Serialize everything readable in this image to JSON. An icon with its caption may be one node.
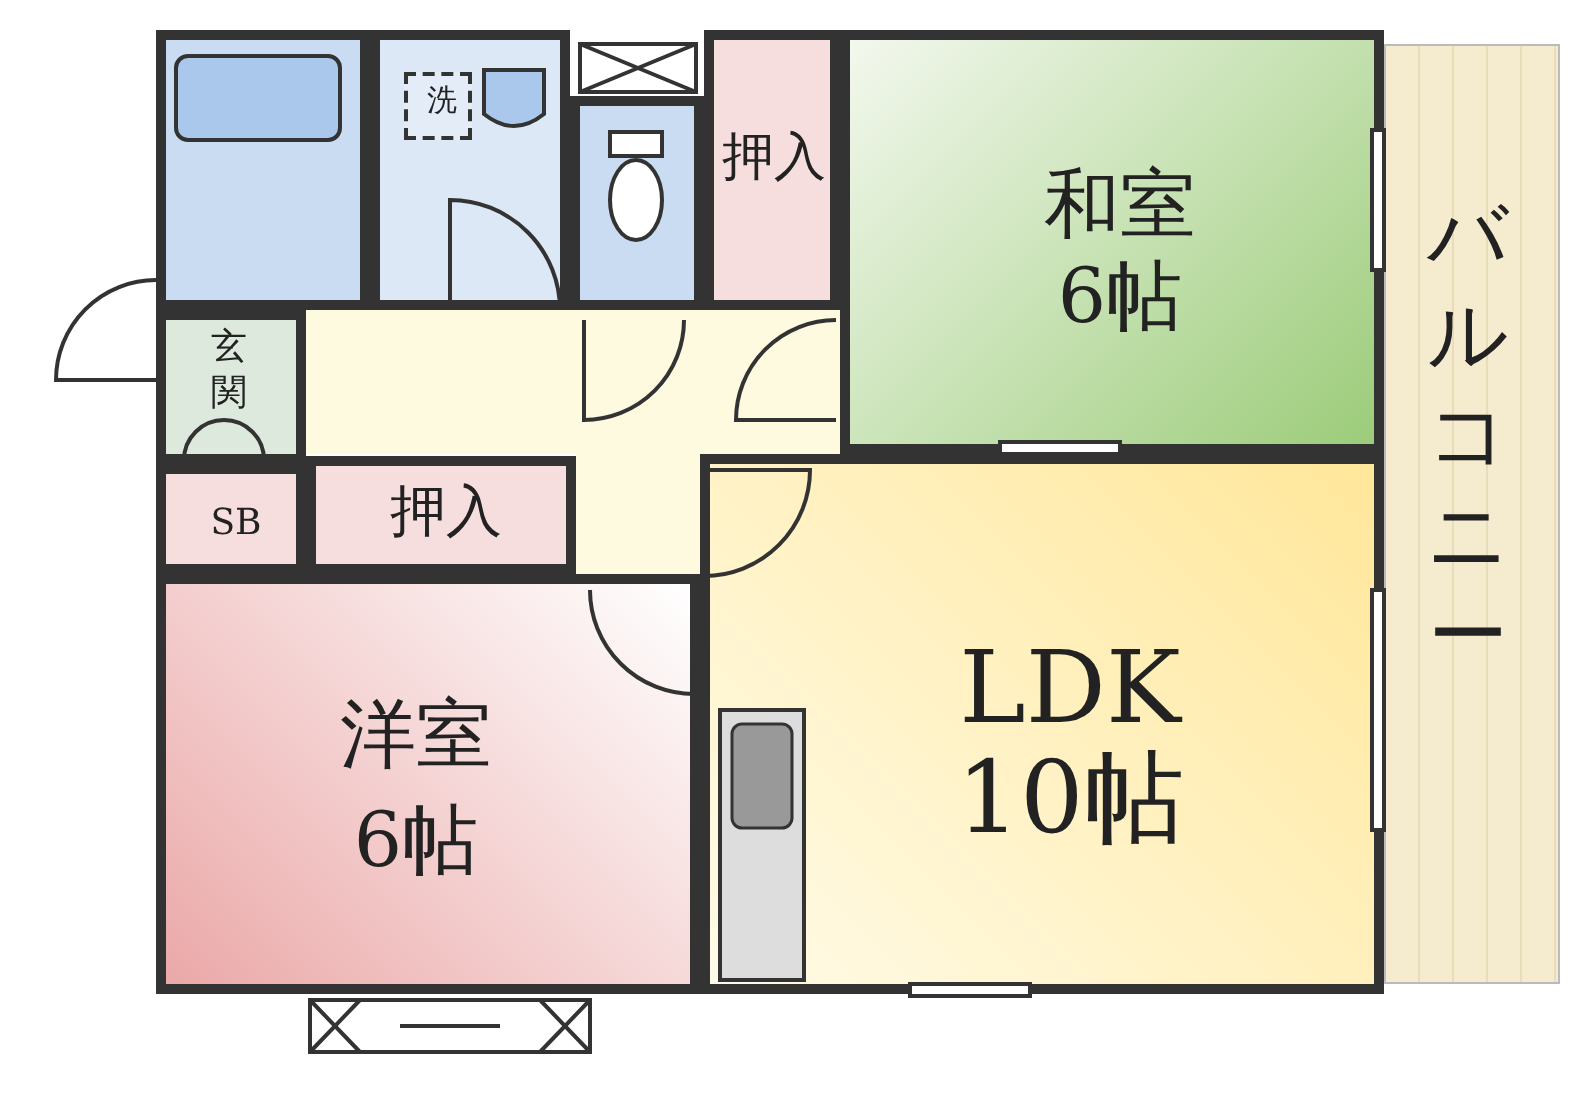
{
  "diagram": {
    "nodes": [
      {
        "text": [],
        "shape": "box"
      },
      {
        "text": [],
        "shape": "box"
      },
      {
        "text": [
          "洗"
        ],
        "in": 1
      },
      {
        "text": [],
        "shape": "box"
      },
      {
        "text": [
          "押入"
        ]
      },
      {
        "text": [
          "和室",
          "6帖"
        ]
      },
      {
        "text": [
          "バルコニー"
        ]
      },
      {
        "text": [
          "玄関"
        ]
      },
      {
        "text": [
          "SB"
        ]
      },
      {
        "text": [
          "押入"
        ]
      },
      {
        "text": [
          "LDK",
          "10帖"
        ]
      },
      {
        "text": [
          "洋室",
          "6帖"
        ]
      }
    ]
  }
}
